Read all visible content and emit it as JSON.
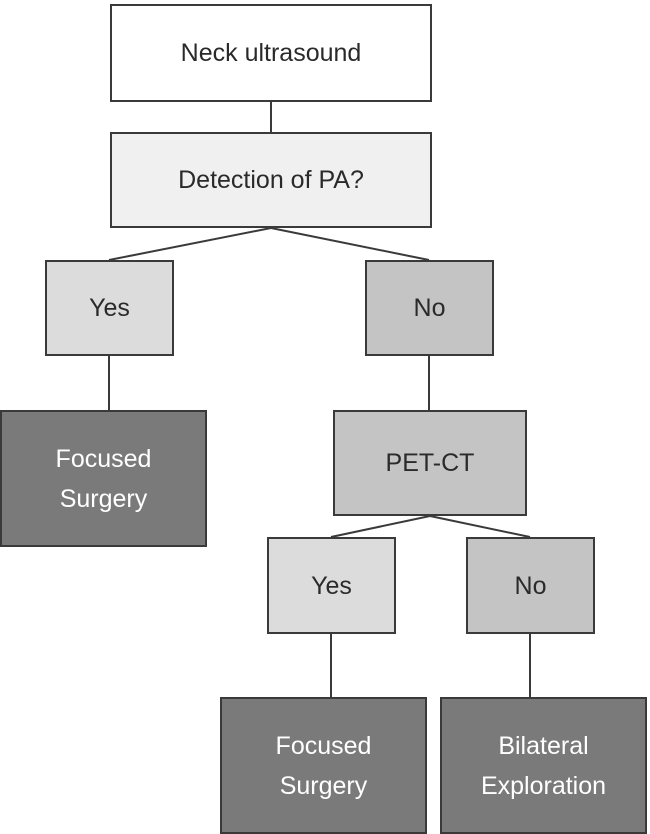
{
  "flowchart": {
    "root": {
      "label": "Neck ultrasound"
    },
    "question1": {
      "label": "Detection of PA?"
    },
    "question1_yes": {
      "label": "Yes"
    },
    "question1_no": {
      "label": "No"
    },
    "outcome_yes1": {
      "label": "Focused\nSurgery"
    },
    "petct": {
      "label": "PET-CT"
    },
    "petct_yes": {
      "label": "Yes"
    },
    "petct_no": {
      "label": "No"
    },
    "outcome_yes2": {
      "label": "Focused\nSurgery"
    },
    "outcome_no2": {
      "label": "Bilateral\nExploration"
    }
  },
  "colors": {
    "line": "#3a3a3a",
    "white": "#ffffff",
    "light": "#f0f0f0",
    "pale": "#dcdcdc",
    "mid": "#c4c4c4",
    "dark": "#7a7a7a"
  }
}
